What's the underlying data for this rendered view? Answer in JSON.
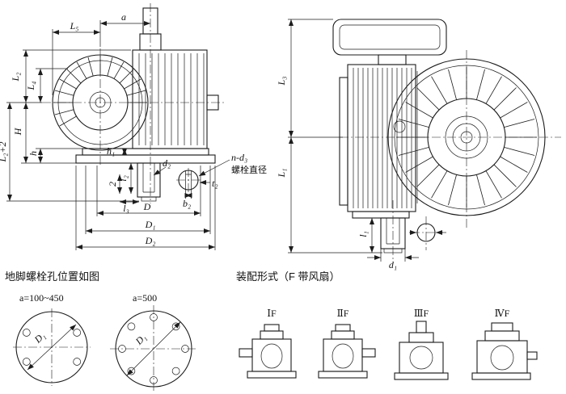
{
  "captions": {
    "foundation": "地脚螺栓孔位置如图",
    "assembly": "装配形式（F 带风扇）"
  },
  "left_view": {
    "dims": {
      "L5": "L₅",
      "a": "a",
      "L2": "L₂",
      "L4": "L₄",
      "H": "H",
      "L2_plus_2": "L₂+2",
      "h": "h",
      "h1": "h₁",
      "l2": "l₂",
      "two": "2",
      "l3": "l₃",
      "d2": "d₂",
      "t2": "t₂",
      "b2": "b₂",
      "n_d3": "n-d₃",
      "bolt_dia_note": "螺栓直径",
      "D": "D",
      "D1": "D₁",
      "D2": "D₂"
    }
  },
  "right_view": {
    "dims": {
      "L3": "L₃",
      "L1": "L₁",
      "l1": "l₁",
      "d1": "d₁"
    }
  },
  "foundation": {
    "circle_small": {
      "label": "a=100~450",
      "dim": "D₁"
    },
    "circle_large": {
      "label": "a=500",
      "dim": "D₁"
    }
  },
  "assembly_forms": [
    {
      "label": "ⅠF"
    },
    {
      "label": "ⅡF"
    },
    {
      "label": "ⅢF"
    },
    {
      "label": "ⅣF"
    }
  ],
  "colors": {
    "ink": "#1c1c1c",
    "paper": "#ffffff"
  }
}
